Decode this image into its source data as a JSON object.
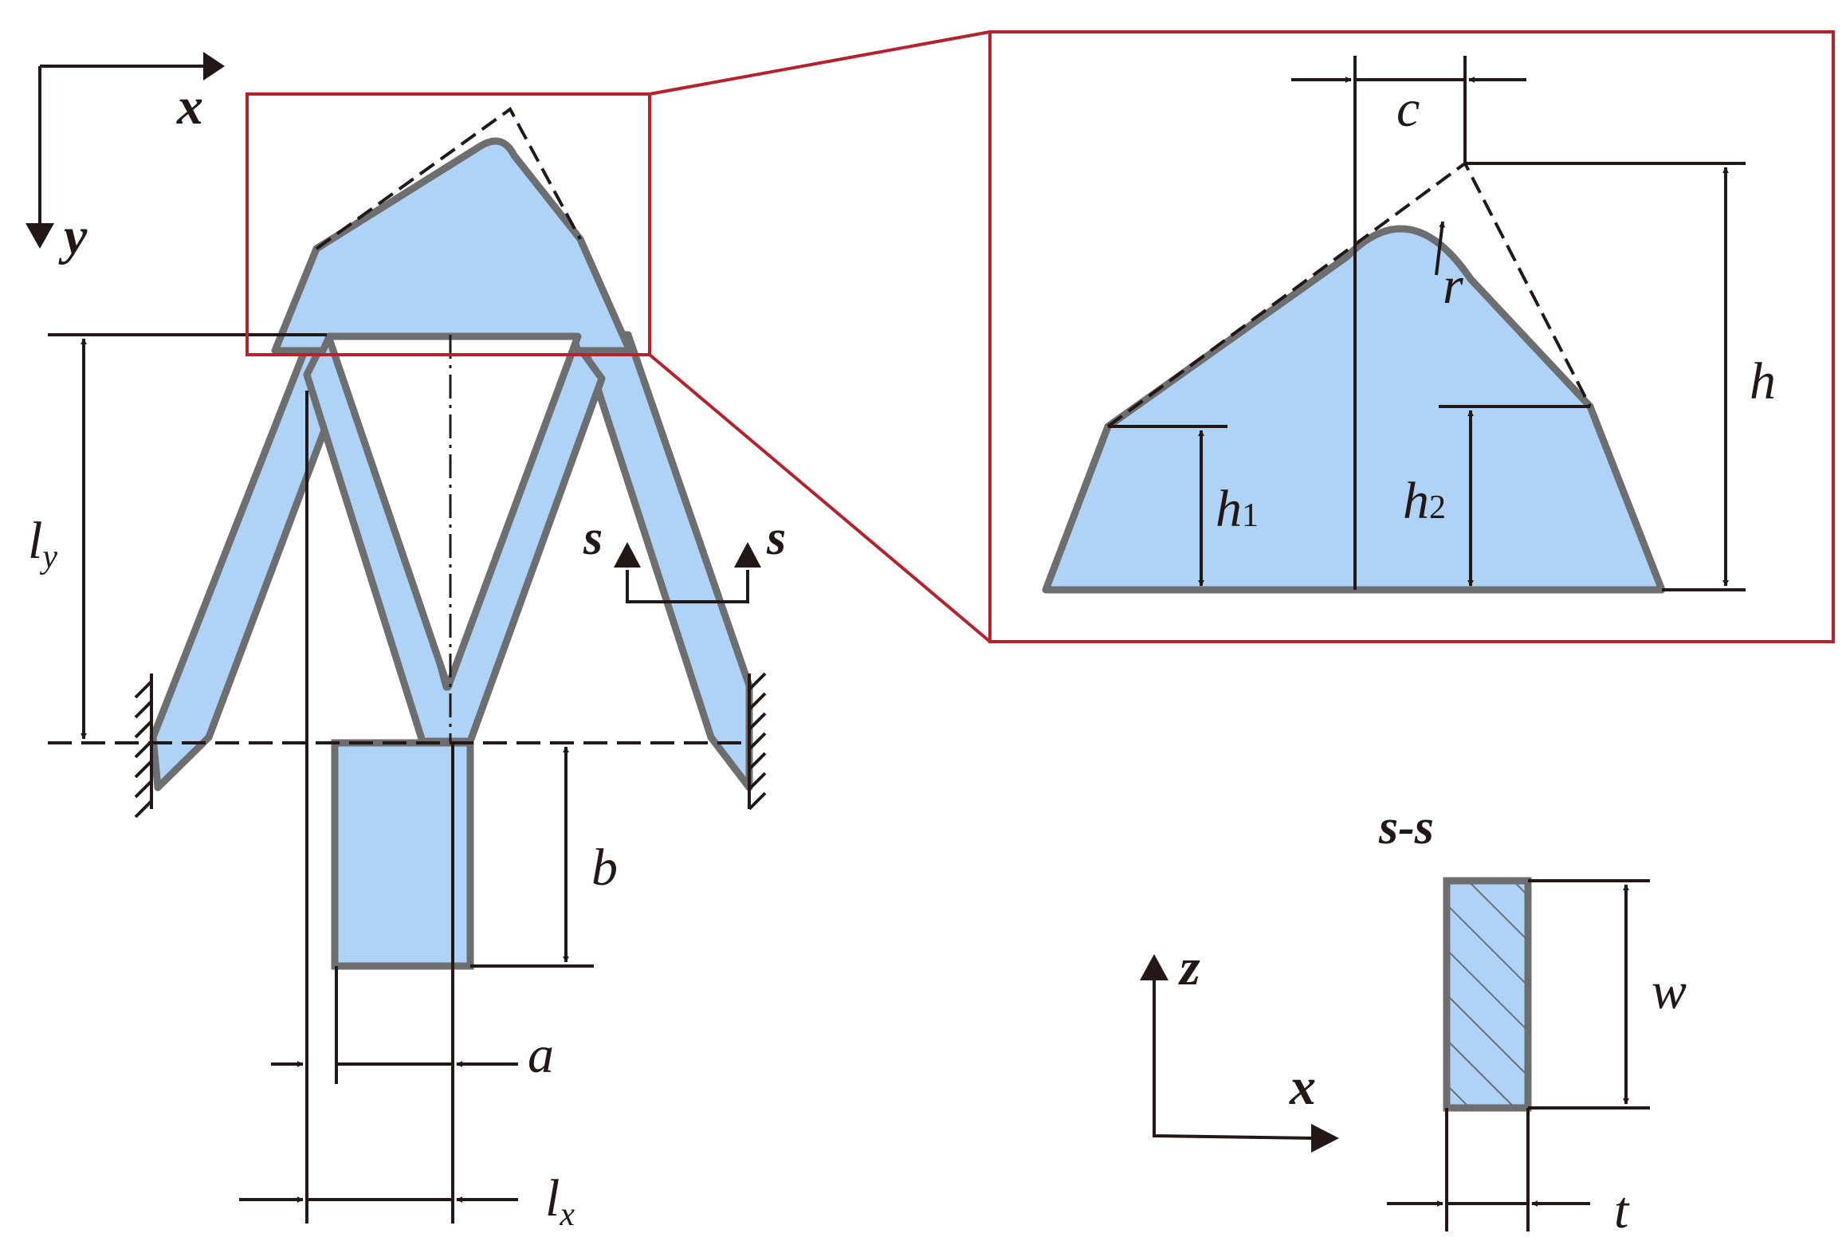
{
  "axes_main": {
    "x": "x",
    "y": "y"
  },
  "axes_section": {
    "z": "z",
    "x": "x"
  },
  "dimensions": {
    "ly_main": "l",
    "ly_sub": "y",
    "lx_main": "l",
    "lx_sub": "x",
    "a": "a",
    "b": "b",
    "c": "c",
    "h": "h",
    "h1_main": "h",
    "h1_sub": "1",
    "h2_main": "h",
    "h2_sub": "2",
    "r": "r",
    "w": "w",
    "t": "t"
  },
  "section": {
    "cut_left": "s",
    "cut_right": "s",
    "title": "s-s"
  },
  "colors": {
    "fill": "#aed3f7",
    "outline": "#6d6e70",
    "line": "#231815",
    "detail_frame": "#b8212b"
  }
}
